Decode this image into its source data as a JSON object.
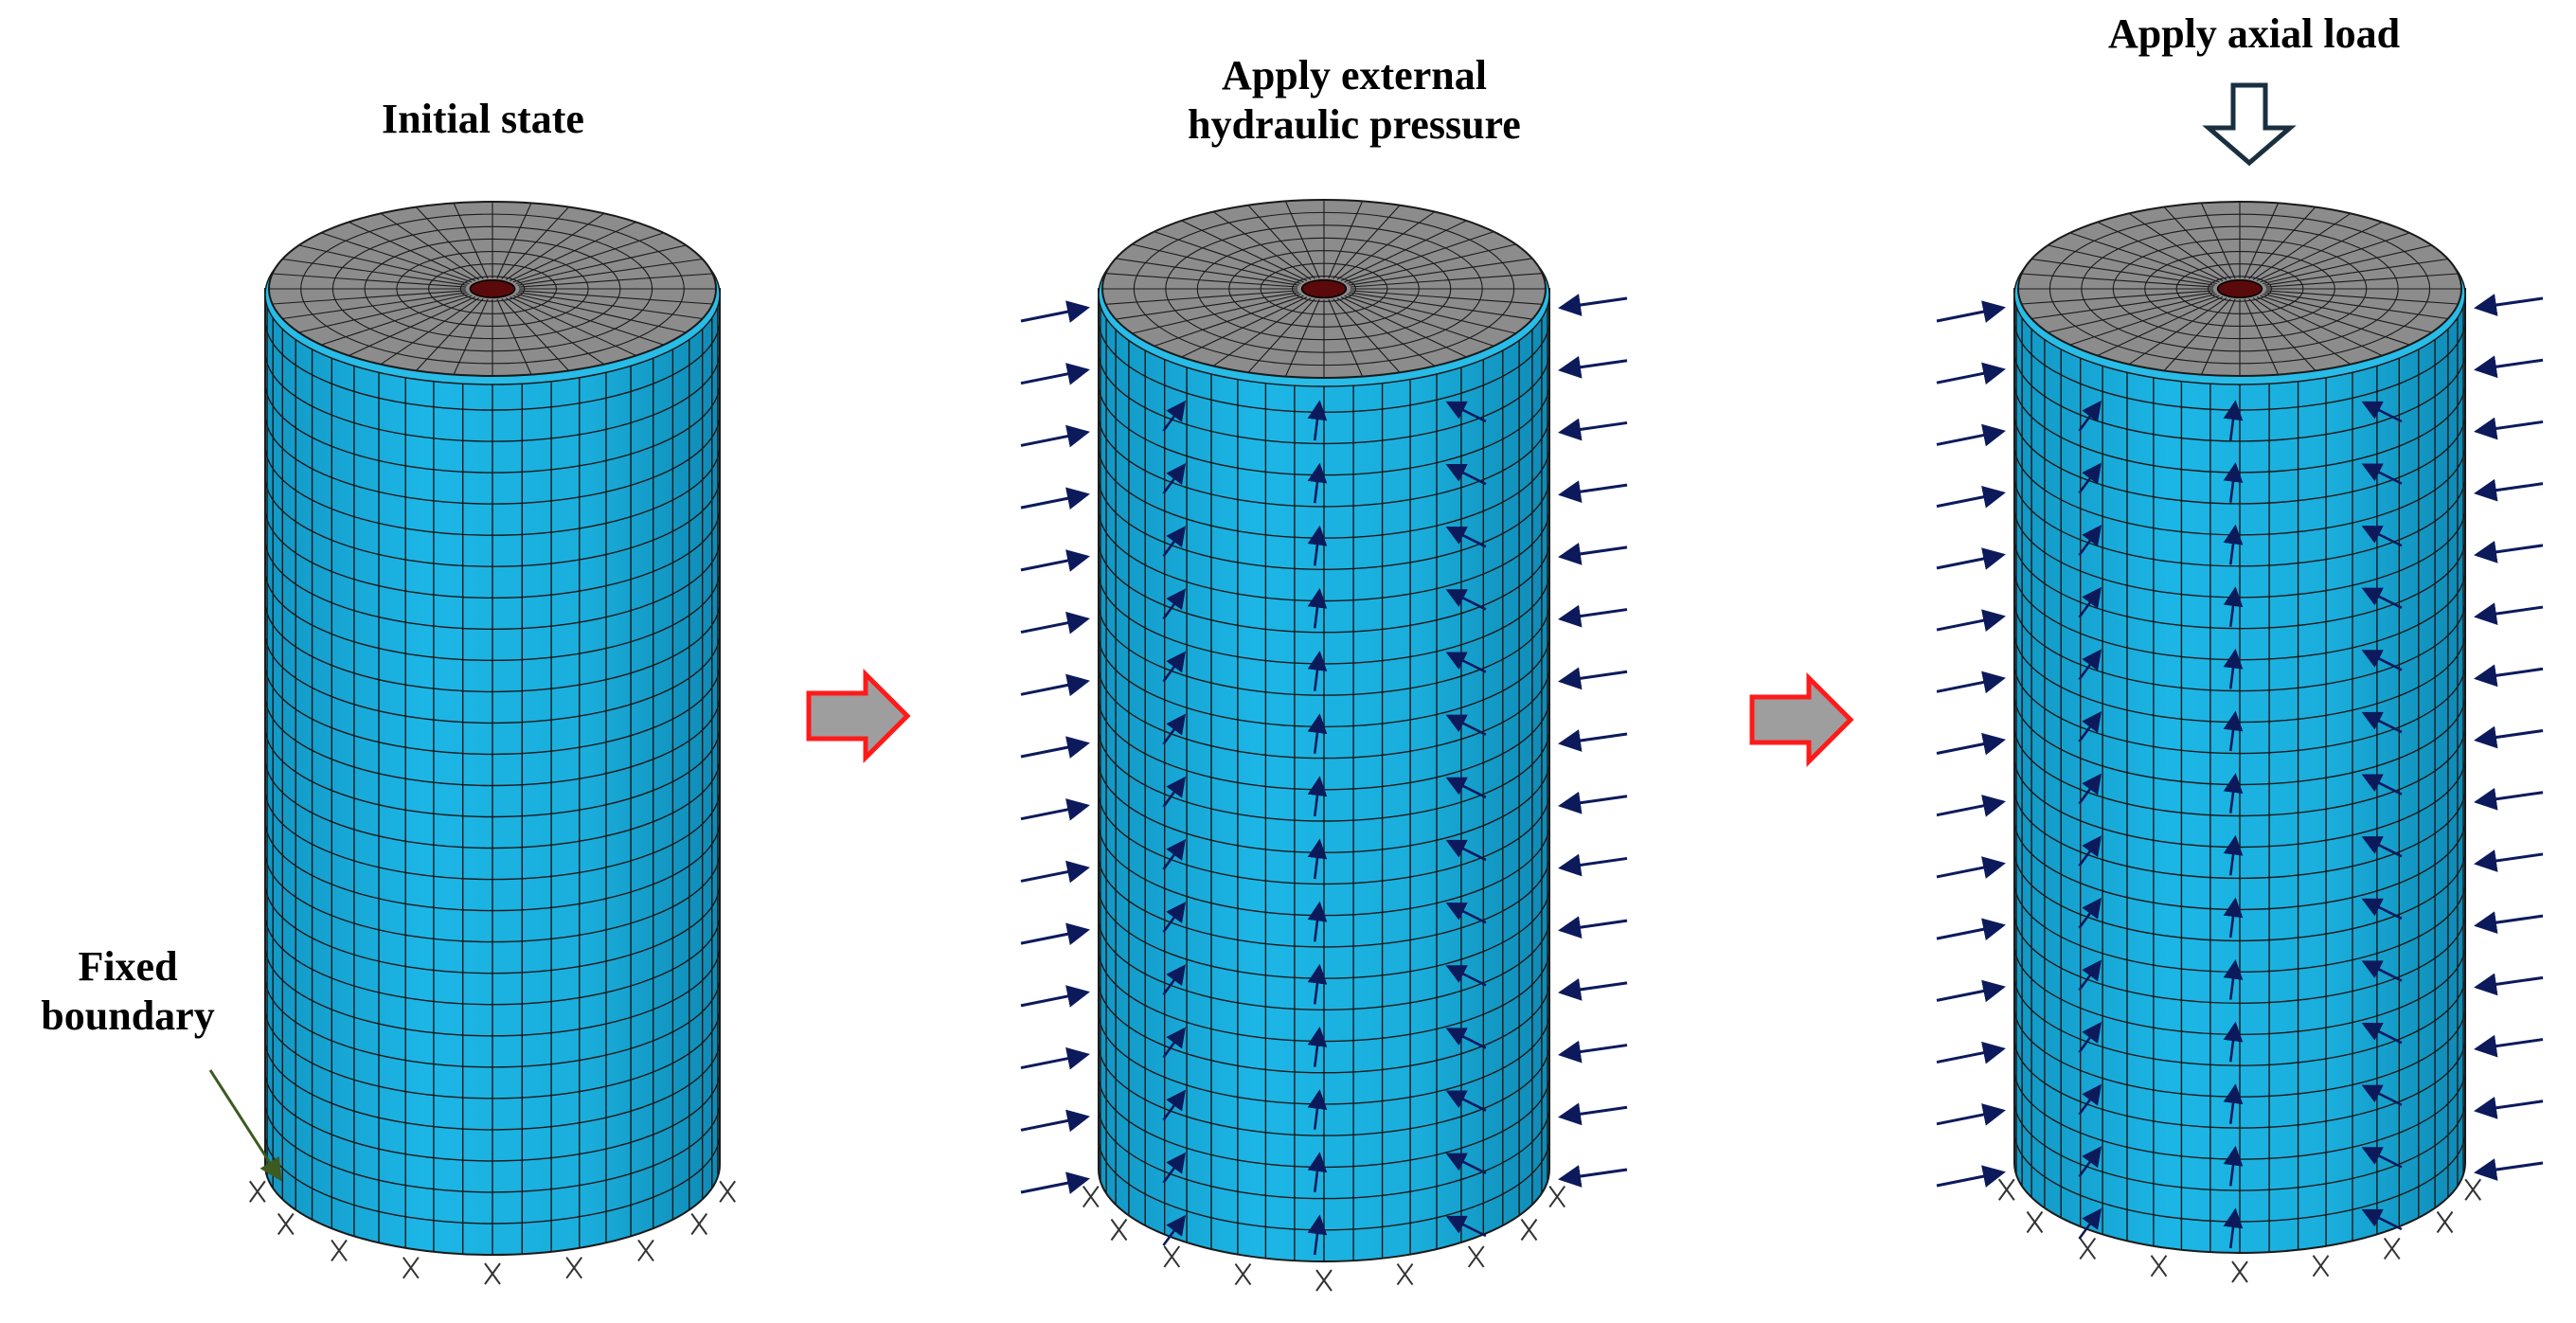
{
  "titles": {
    "initial": "Initial state",
    "pressure_line1": "Apply external",
    "pressure_line2": "hydraulic pressure",
    "axial": "Apply axial load"
  },
  "labels": {
    "fixed_line1": "Fixed",
    "fixed_line2": "boundary"
  },
  "colors": {
    "cylinder_side": "#1bb0de",
    "cylinder_side_dark": "#0f86b0",
    "top_face": "#8c8c8c",
    "mesh": "#1a1a1a",
    "center_hole": "#5a0a0a",
    "pressure_arrow": "#0c1a5c",
    "step_arrow_fill": "#9e9e9e",
    "step_arrow_border": "#ff1a1a",
    "axial_arrow": "#1a2f40",
    "leader_arrow": "#3d5a1f"
  },
  "icons": [
    "step-arrow-icon",
    "axial-load-arrow-icon",
    "pressure-arrow-icon",
    "fixed-support-icon",
    "leader-arrow-icon"
  ]
}
